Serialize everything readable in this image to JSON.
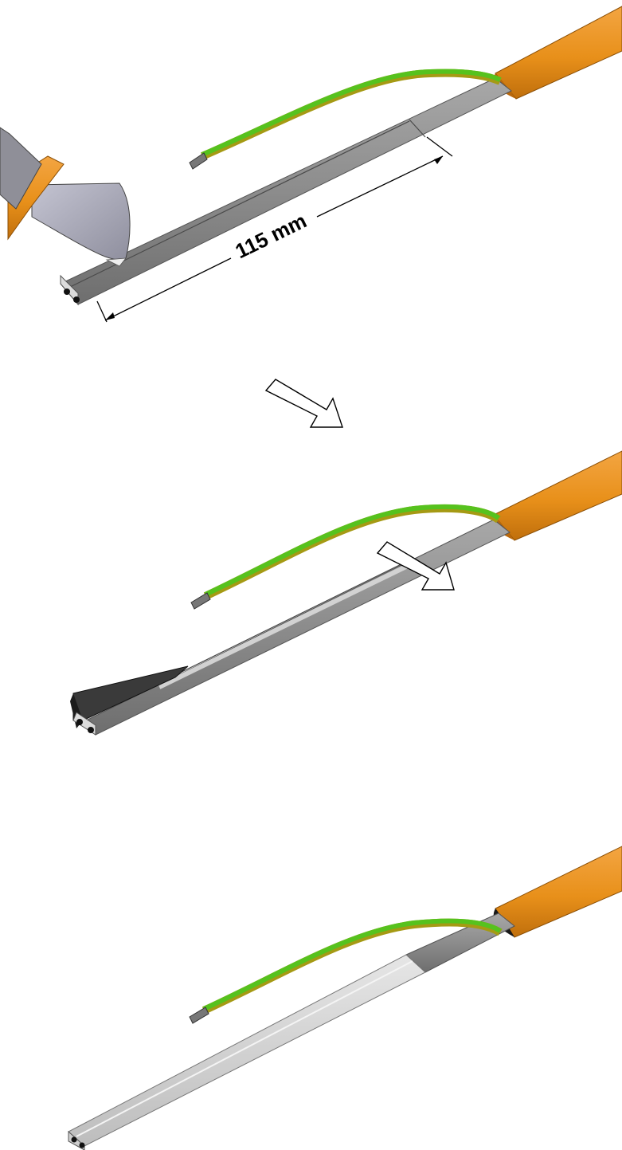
{
  "steps": [
    {
      "name": "step-1-measure-and-cut",
      "dimension_label": "115 mm"
    },
    {
      "name": "step-2-peel-sheath"
    },
    {
      "name": "step-3-stripped-result"
    }
  ],
  "colors": {
    "outer_jacket": "#e8901a",
    "inner_sheath": "#8c8c8c",
    "ground_wire": "#56c21e",
    "ground_wire_stripe": "#a59a14",
    "stripped_conductor": "#d6d6d6",
    "knife_blade": "#a9a9b8",
    "knife_handle": "#e8901a"
  },
  "icons": [
    "down-right-arrow-icon",
    "knife-icon"
  ]
}
